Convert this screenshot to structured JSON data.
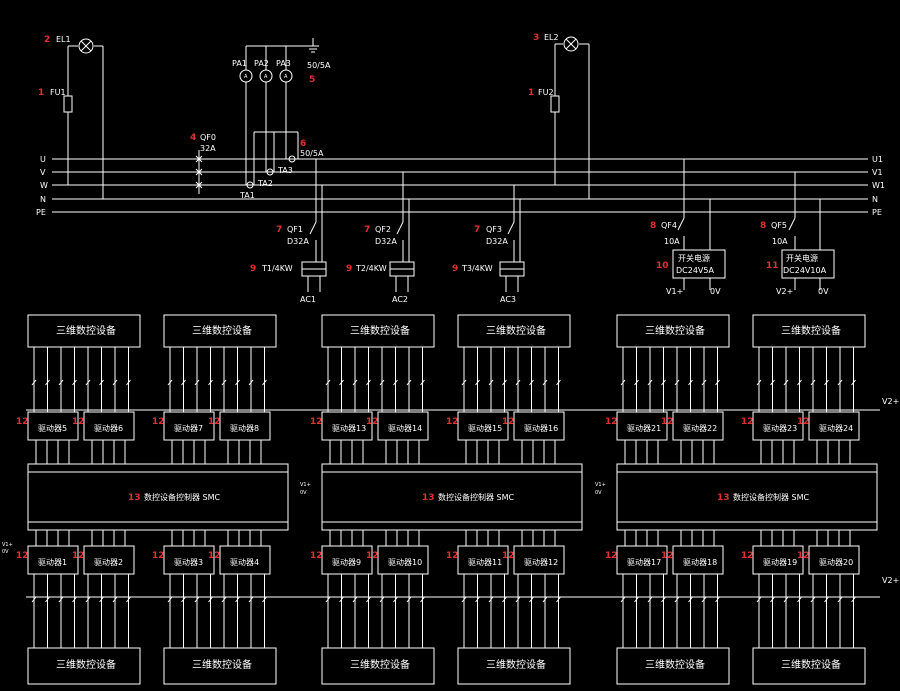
{
  "colors": {
    "background": "#000000",
    "line": "#ffffff",
    "callout": "#e03030"
  },
  "top": {
    "lamps": [
      {
        "num": "2",
        "label": "EL1"
      },
      {
        "num": "3",
        "label": "EL2"
      }
    ],
    "fuses": [
      {
        "num": "1",
        "label": "FU1"
      },
      {
        "num": "1",
        "label": "FU2"
      }
    ],
    "ammeters": [
      "PA1",
      "PA2",
      "PA3"
    ],
    "ammeter_rating": {
      "num": "5",
      "label": "50/5A"
    },
    "main_breaker": {
      "num": "4",
      "label": "QF0",
      "rating": "32A"
    },
    "ct": {
      "num": "6",
      "rating": "50/5A",
      "labels": [
        "TA1",
        "TA2",
        "TA3"
      ]
    },
    "buses_left": [
      "U",
      "V",
      "W",
      "N",
      "PE"
    ],
    "buses_right": [
      "U1",
      "V1",
      "W1",
      "N",
      "PE"
    ],
    "breakers": [
      {
        "num": "7",
        "label": "QF1",
        "rating": "D32A"
      },
      {
        "num": "7",
        "label": "QF2",
        "rating": "D32A"
      },
      {
        "num": "7",
        "label": "QF3",
        "rating": "D32A"
      },
      {
        "num": "8",
        "label": "QF4",
        "rating": "10A"
      },
      {
        "num": "8",
        "label": "QF5",
        "rating": "10A"
      }
    ],
    "transformers": [
      {
        "num": "9",
        "label": "T1/4KW",
        "out": "AC1"
      },
      {
        "num": "9",
        "label": "T2/4KW",
        "out": "AC2"
      },
      {
        "num": "9",
        "label": "T3/4KW",
        "out": "AC3"
      }
    ],
    "psus": [
      {
        "num": "10",
        "title": "开关电源",
        "spec": "DC24V5A",
        "out_pos": "V1+",
        "out_neg": "0V"
      },
      {
        "num": "11",
        "title": "开关电源",
        "spec": "DC24V10A",
        "out_pos": "V2+",
        "out_neg": "0V"
      }
    ]
  },
  "equipment_label": "三维数控设备",
  "driver_num": "12",
  "controller_num": "13",
  "controller_label": "数控设备控制器 SMC",
  "controller_side_top": "V1+",
  "controller_side_bot": "0V",
  "controller_left_label": "V1+",
  "controller_left_label2": "0V",
  "driver_prefix": "驱动器",
  "upper_drivers": [
    "5",
    "6",
    "7",
    "8",
    "13",
    "14",
    "15",
    "16",
    "21",
    "22",
    "23",
    "24"
  ],
  "lower_drivers": [
    "1",
    "2",
    "3",
    "4",
    "9",
    "10",
    "11",
    "12",
    "17",
    "18",
    "19",
    "20"
  ],
  "rail_right_top": "V2+",
  "rail_right_bot": "V2+"
}
